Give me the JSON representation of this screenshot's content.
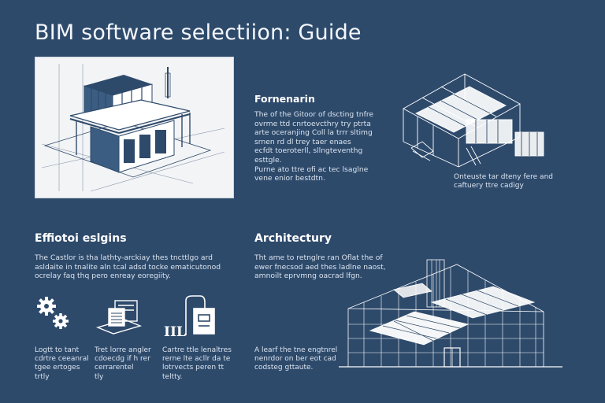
{
  "page": {
    "title": "BIM software selectiion: Guide"
  },
  "sections": {
    "foundation": {
      "heading": "Fornenarin",
      "lines": [
        "The of the Gitoor of dscting tnfre",
        "ovrme ttd cnrtoevcthry try ptrta",
        "arte oceranjing Coll la trrr sltimg",
        "srnen rd dl trey taer enaes",
        "ecfdt toeroterll, sllngteventhg",
        "esttgle.",
        "Purne ato ttre ofi ac tec lsaglne",
        "vene enior bestdtn."
      ]
    },
    "foundation_caption": {
      "lines": [
        "Onteuste tar dteny fere and",
        "caftuery ttre cadigy"
      ]
    },
    "efficient": {
      "heading": "Effiotoi eslgins",
      "lines": [
        "The Castlor is tha lathty-arckiay thes tncttlgo ard",
        "asldaite in tnalite aln tcal adsd tocke ematicutonod",
        "ocrelay faq thq pero enreay eoregiity."
      ]
    },
    "architecture": {
      "heading": "Architectury",
      "lines": [
        "Tht ame to retnglre ran Oflat the of",
        "ewer fnecsod aed thes ladlne naost,",
        "amnoilt eprvmng oacrad lfgn."
      ]
    },
    "icons": [
      {
        "caption": [
          "Logtt to tant",
          "cdrtre ceeanral",
          "tgee ertoges",
          "trtly"
        ]
      },
      {
        "caption": [
          "Tret lorre angler",
          "cdoecdg if h rer",
          "cerrarentel",
          "tly"
        ]
      },
      {
        "label": "IIL",
        "caption": [
          "Cartre ttle lenaltres",
          "rerne lte acllr da te",
          "lotrvects peren tt",
          "teltty."
        ]
      }
    ],
    "arch_caption": {
      "lines": [
        "A learf the tne engtnrel",
        "nenrdor on ber eot cad",
        "codsteg gttaute."
      ]
    }
  },
  "colors": {
    "background": "#2e4a6b",
    "panel": "#f3f4f6",
    "line": "#ffffff",
    "ink": "#2e4a6b"
  }
}
